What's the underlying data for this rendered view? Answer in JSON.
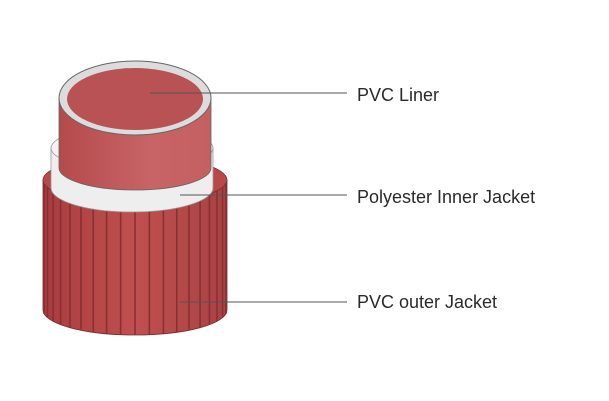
{
  "diagram": {
    "title": "Hose layer cross-section",
    "colors": {
      "pvc_red": "#b4484a",
      "liner_red": "#c25a5c",
      "polyester": "#ececec",
      "leader": "#555555"
    },
    "labels": [
      {
        "id": "pvc-liner",
        "text": "PVC Liner"
      },
      {
        "id": "polyester-inner-jacket",
        "text": "Polyester Inner Jacket"
      },
      {
        "id": "pvc-outer-jacket",
        "text": "PVC outer Jacket"
      }
    ]
  }
}
